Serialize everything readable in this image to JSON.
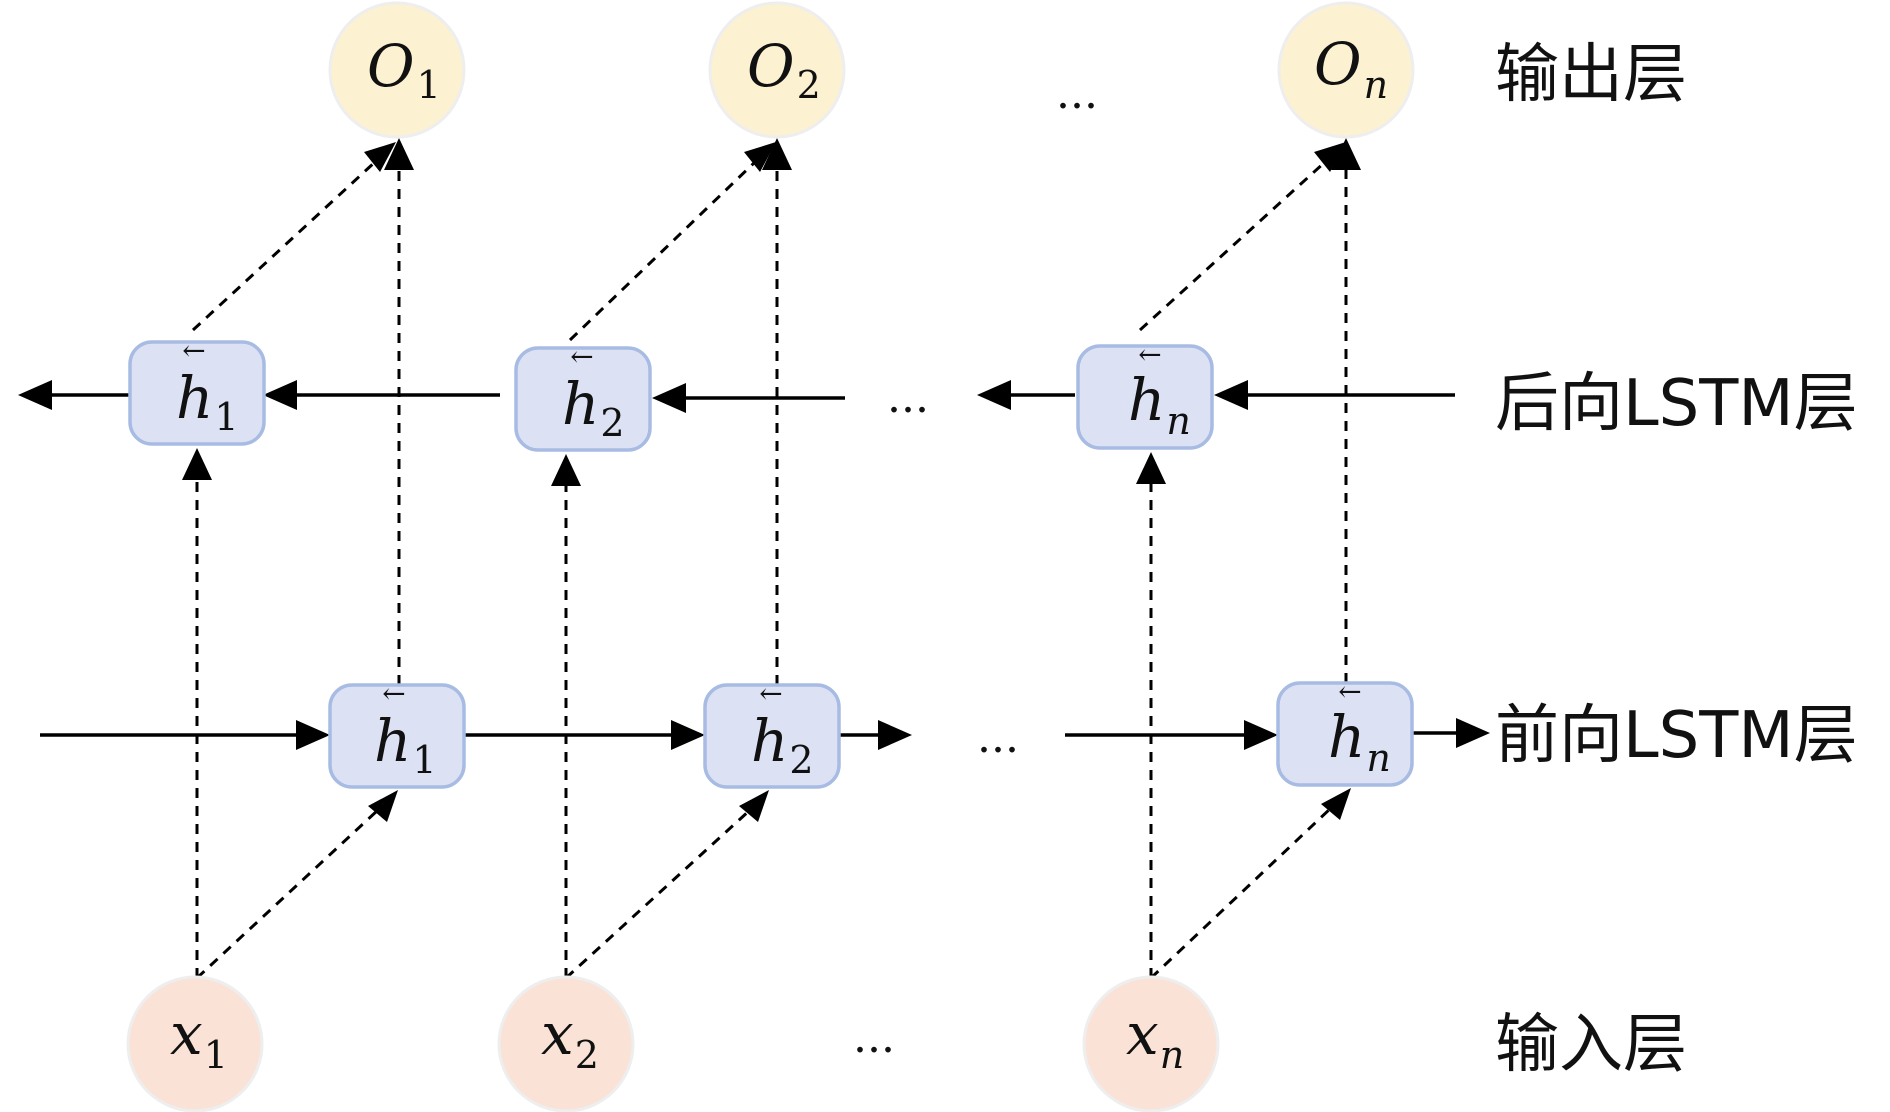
{
  "colors": {
    "output_node": "#FCF1D1",
    "input_node": "#FAE3D6",
    "hidden_fill": "#DCE2F4",
    "hidden_stroke": "#A7BBE3",
    "node_stroke": "#EEEEEE",
    "line": "#000000"
  },
  "layers": {
    "output": "输出层",
    "backward": "后向LSTM层",
    "forward": "前向LSTM层",
    "input": "输入层"
  },
  "output_nodes": [
    {
      "base": "O",
      "sub": "1"
    },
    {
      "base": "O",
      "sub": "2"
    },
    {
      "base": "O",
      "sub": "n"
    }
  ],
  "backward_nodes": [
    {
      "arrow": "←",
      "base": "h",
      "sub": "1"
    },
    {
      "arrow": "←",
      "base": "h",
      "sub": "2"
    },
    {
      "arrow": "←",
      "base": "h",
      "sub": "n"
    }
  ],
  "forward_nodes": [
    {
      "arrow": "←",
      "base": "h",
      "sub": "1"
    },
    {
      "arrow": "←",
      "base": "h",
      "sub": "2"
    },
    {
      "arrow": "←",
      "base": "h",
      "sub": "n"
    }
  ],
  "input_nodes": [
    {
      "base": "x",
      "sub": "1"
    },
    {
      "base": "x",
      "sub": "2"
    },
    {
      "base": "x",
      "sub": "n"
    }
  ],
  "ellipsis": "..."
}
